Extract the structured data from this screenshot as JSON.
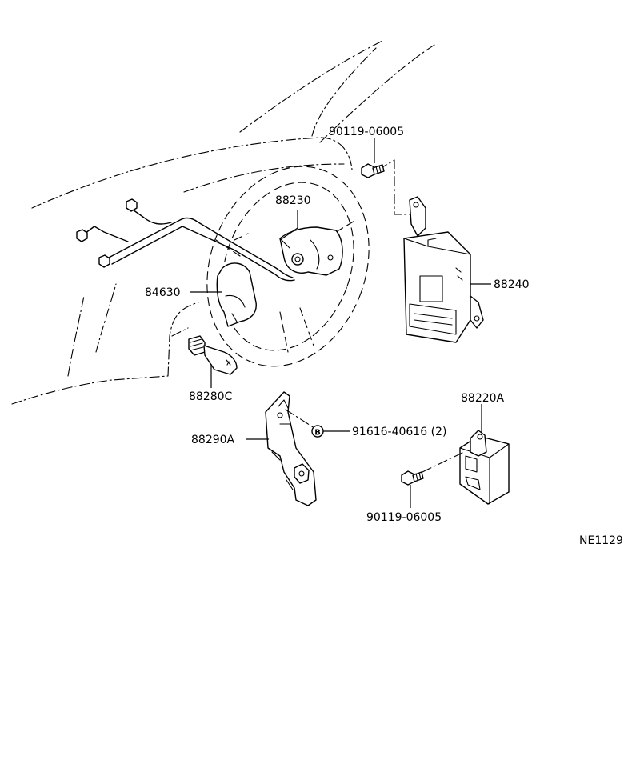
{
  "labels": {
    "bolt_upper": "90119-06005",
    "sensor_88230": "88230",
    "switch_84630": "84630",
    "computer_88240": "88240",
    "sensor_88280c": "88280C",
    "relay_88220a": "88220A",
    "bracket_88290a": "88290A",
    "nut": "91616-40616 (2)",
    "bolt_lower": "90119-06005",
    "drawing_code": "NE1129"
  },
  "symbols": {
    "nut_marker": "B"
  }
}
